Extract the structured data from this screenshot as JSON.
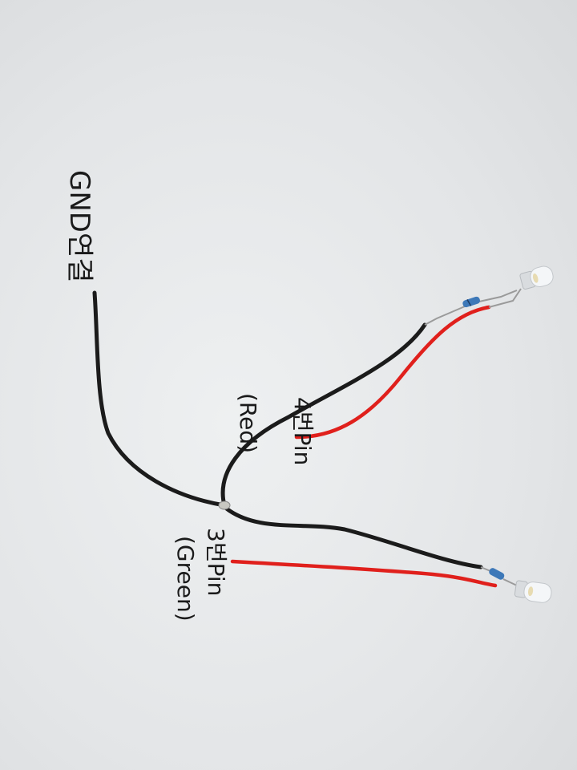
{
  "photo": {
    "labels": {
      "gnd": "GND연결",
      "pin4": "4번Pin",
      "pin4_color": "(Red)",
      "pin3": "3번Pin",
      "pin3_color": "(Green)"
    },
    "colors": {
      "paper": "#e6e7e9",
      "black_wire": "#1b1b1b",
      "red_wire": "#e0201c",
      "resistor": "#3d78b8",
      "led": "#f4f6f8",
      "ink": "#1a1a1a"
    }
  }
}
